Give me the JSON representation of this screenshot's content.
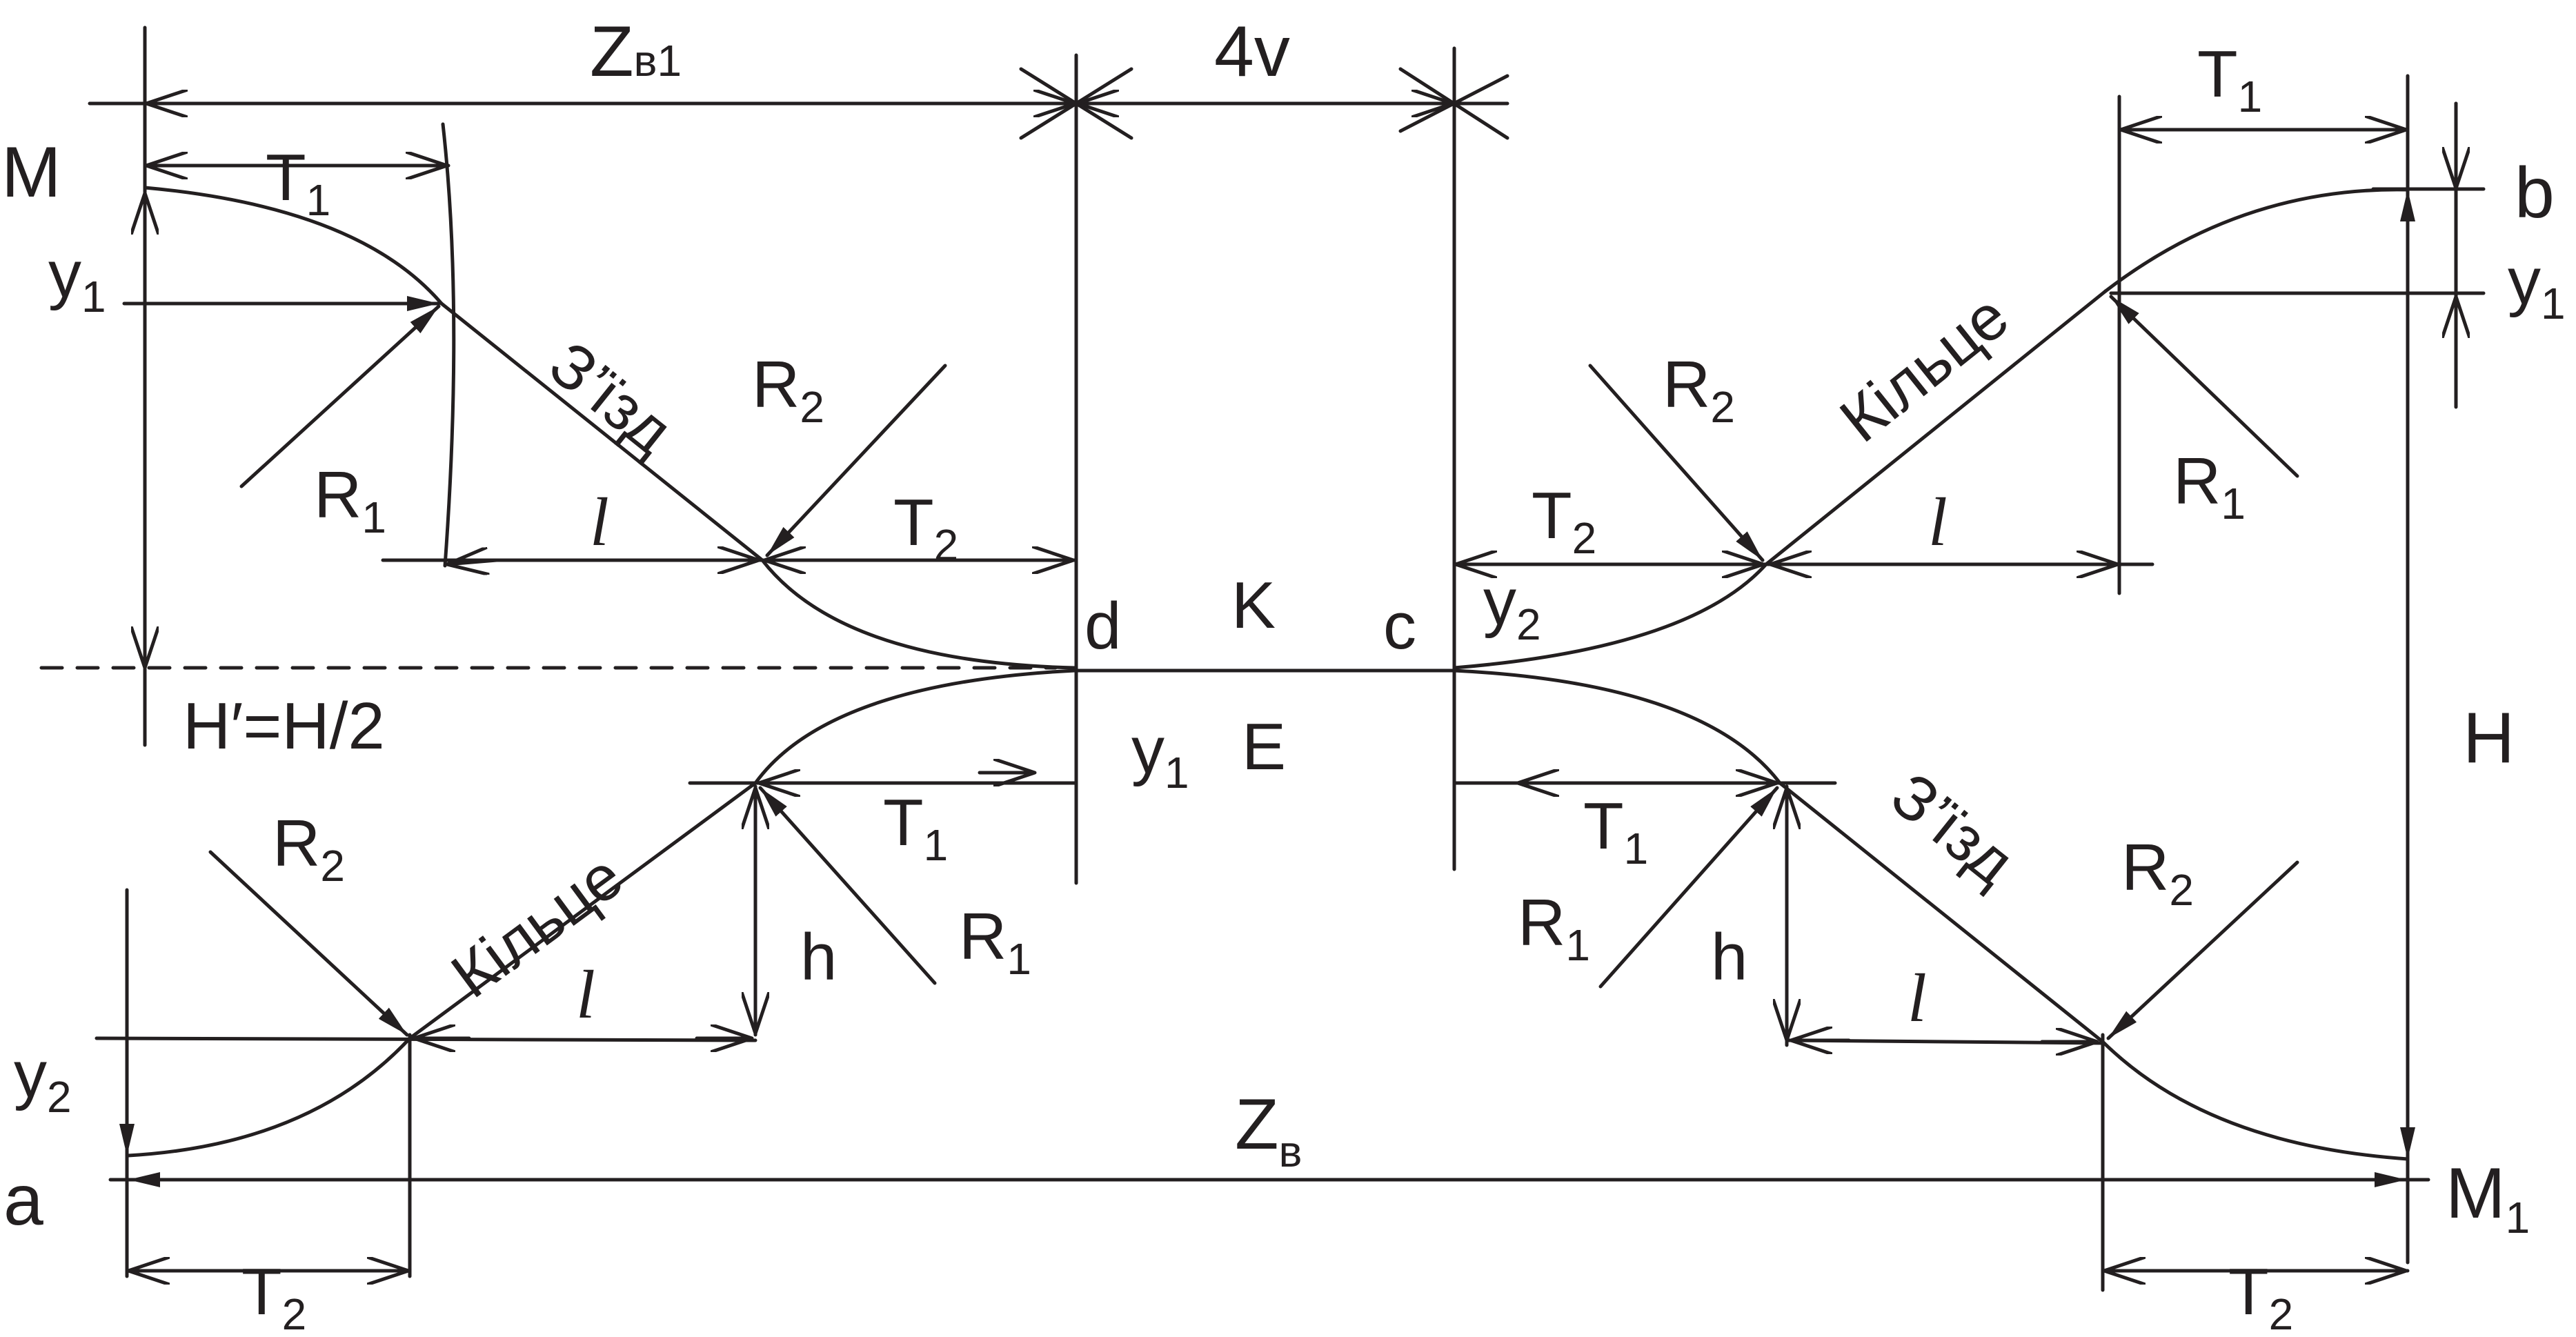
{
  "diagram": {
    "title": "",
    "colors": {
      "line": "#231f20",
      "background": "#ffffff"
    },
    "labels": {
      "zb1_main": "Z",
      "zb1_sub": "в1",
      "four_v": "4v",
      "zb_main": "Z",
      "zb_sub": "в",
      "m": "M",
      "m1_main": "M",
      "m1_sub": "1",
      "a": "a",
      "b": "b",
      "d": "d",
      "c": "c",
      "k": "K",
      "e": "E",
      "h_big": "H",
      "h_half": "H′=H/2",
      "h_small_left": "h",
      "h_small_right": "h",
      "t_main": "T",
      "sub_1": "1",
      "sub_2": "2",
      "r_main": "R",
      "y_main": "y",
      "l": "l",
      "zizd": "З’їзд",
      "kiltse": "Кільце"
    }
  }
}
